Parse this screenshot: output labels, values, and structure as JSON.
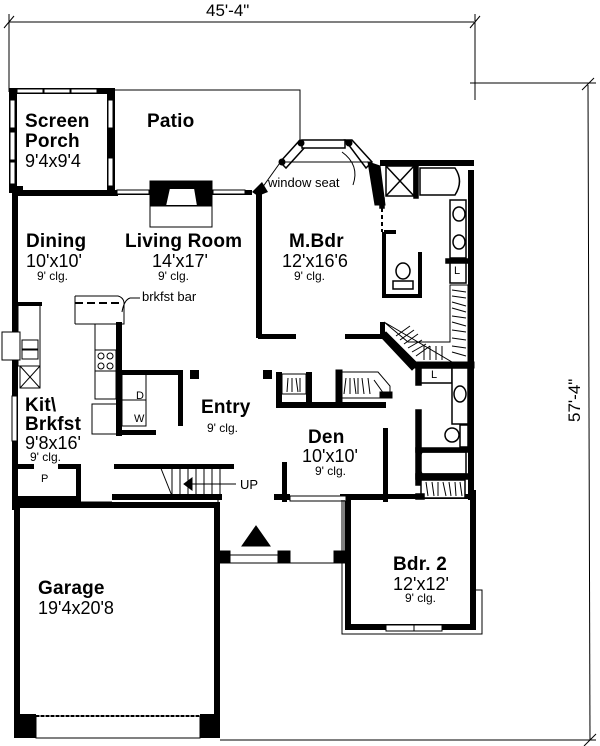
{
  "dimensions": {
    "width": "45'-4\"",
    "depth": "57'-4\""
  },
  "rooms": {
    "screen_porch": {
      "name_line1": "Screen",
      "name_line2": "Porch",
      "size": "9'4x9'4"
    },
    "patio": {
      "name": "Patio"
    },
    "dining": {
      "name": "Dining",
      "size": "10'x10'",
      "ceiling": "9' clg."
    },
    "living_room": {
      "name": "Living Room",
      "size": "14'x17'",
      "ceiling": "9' clg."
    },
    "master_bedroom": {
      "name": "M.Bdr",
      "size": "12'x16'6",
      "ceiling": "9' clg."
    },
    "kitchen": {
      "name_line1": "Kit\\",
      "name_line2": "Brkfst",
      "size": "9'8x16'",
      "ceiling": "9' clg."
    },
    "entry": {
      "name": "Entry",
      "ceiling": "9' clg."
    },
    "den": {
      "name": "Den",
      "size": "10'x10'",
      "ceiling": "9' clg."
    },
    "bedroom_2": {
      "name": "Bdr. 2",
      "size": "12'x12'",
      "ceiling": "9' clg."
    },
    "garage": {
      "name": "Garage",
      "size": "19'4x20'8"
    }
  },
  "annotations": {
    "window_seat": "window seat",
    "breakfast_bar": "brkfst bar",
    "stairs_up": "UP",
    "pantry": "P",
    "dryer": "D",
    "washer": "W",
    "linen_1": "L",
    "linen_2": "L"
  }
}
